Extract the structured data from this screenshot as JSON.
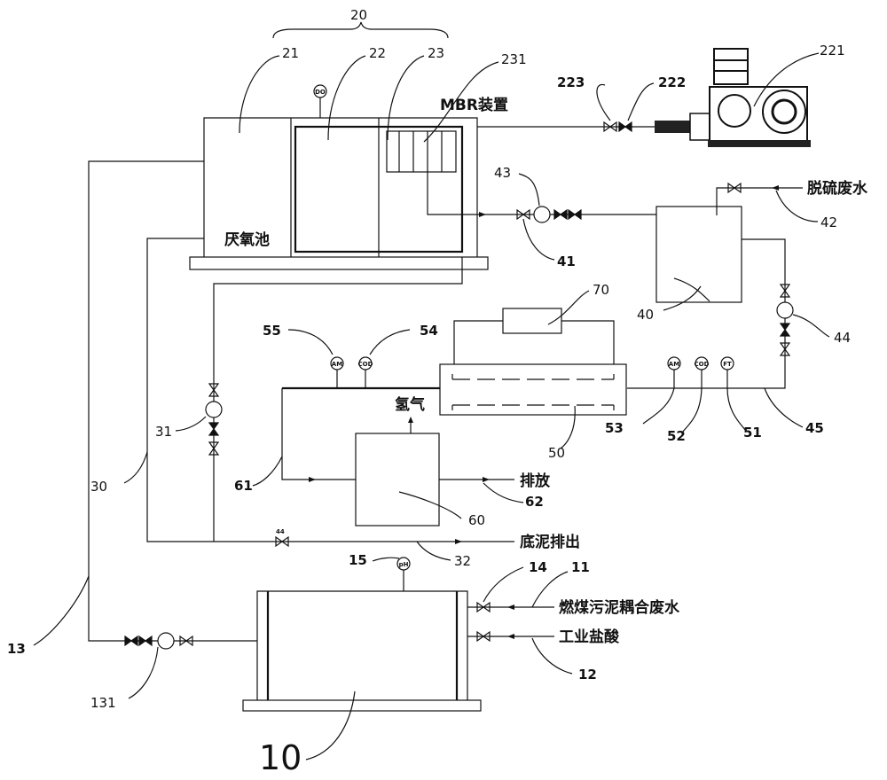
{
  "bracket_label": "20",
  "components": {
    "anaerobic_pool_label": "21",
    "aerobic_pool_label": "22",
    "membrane_pool_label": "23",
    "mbr_label": "231",
    "mbr_text": "MBR装置",
    "anaerobic_text": "厌氧池",
    "do_sensor": "DO",
    "blower_label": "221",
    "valve_222": "222",
    "valve_223": "223",
    "buffer_tank_label": "40",
    "pump_43": "43",
    "pump_44": "44",
    "line_41": "41",
    "line_42": "42",
    "line_45": "45",
    "desulfur_text": "脱硫废水",
    "electrolyzer_label": "50",
    "power_label": "70",
    "line_51": "51",
    "sensor_52": "52",
    "sensor_53": "53",
    "sensor_54": "54",
    "sensor_55": "55",
    "ft_text": "FT",
    "cod_text": "COD",
    "am_text": "AM",
    "hydrogen_text": "氢气",
    "collector_label": "60",
    "line_61": "61",
    "line_62": "62",
    "discharge_text": "排放",
    "line_30": "30",
    "pump_31": "31",
    "line_32": "32",
    "valve_44b": "44",
    "sludge_text": "底泥排出",
    "tank_10": "10",
    "sensor_15": "15",
    "ph_text": "pH",
    "valve_14": "14",
    "line_11": "11",
    "line_12": "12",
    "line_13": "13",
    "pump_131": "131",
    "coal_text": "燃煤污泥耦合废水",
    "acid_text": "工业盐酸"
  }
}
